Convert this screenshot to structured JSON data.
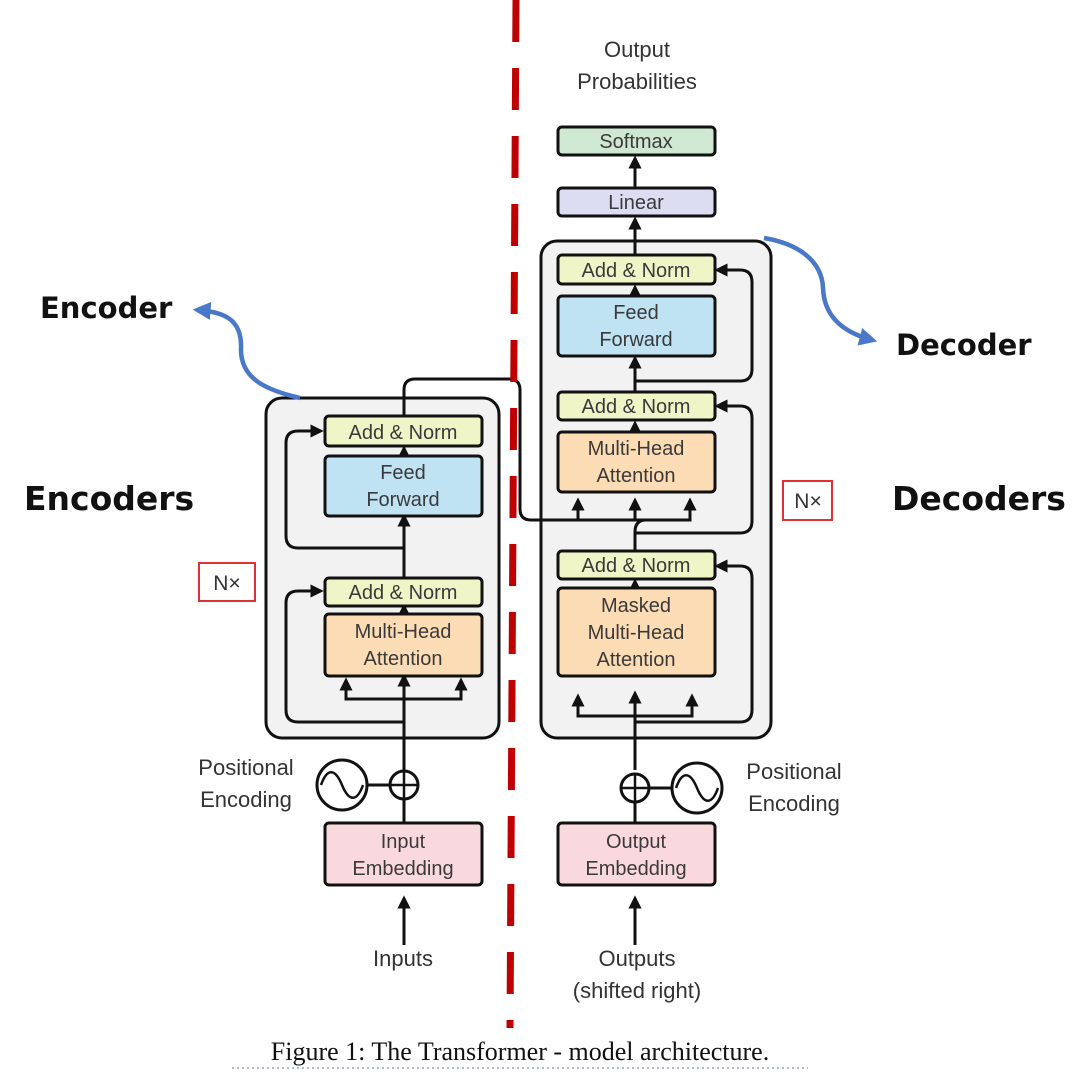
{
  "annotations": {
    "encoder": "Encoder",
    "decoder": "Decoder",
    "encoders": "Encoders",
    "decoders": "Decoders",
    "encoder_repeat": "N×",
    "decoder_repeat": "N×"
  },
  "encoder": {
    "inputs": "Inputs",
    "input_embedding": [
      "Input",
      "Embedding"
    ],
    "positional_encoding": [
      "Positional",
      "Encoding"
    ],
    "multi_head_attention": [
      "Multi-Head",
      "Attention"
    ],
    "add_norm_1": "Add & Norm",
    "feed_forward": [
      "Feed",
      "Forward"
    ],
    "add_norm_2": "Add & Norm"
  },
  "decoder": {
    "outputs": [
      "Outputs",
      "(shifted right)"
    ],
    "output_embedding": [
      "Output",
      "Embedding"
    ],
    "positional_encoding": [
      "Positional",
      "Encoding"
    ],
    "masked_attention": [
      "Masked",
      "Multi-Head",
      "Attention"
    ],
    "add_norm_1": "Add & Norm",
    "multi_head_attention": [
      "Multi-Head",
      "Attention"
    ],
    "add_norm_2": "Add & Norm",
    "feed_forward": [
      "Feed",
      "Forward"
    ],
    "add_norm_3": "Add & Norm",
    "linear": "Linear",
    "softmax": "Softmax",
    "output_probabilities": [
      "Output",
      "Probabilities"
    ]
  },
  "caption": "Figure 1: The Transformer - model architecture.",
  "colors": {
    "add_norm": "#f0f5c8",
    "feed_forward": "#bfe3f3",
    "attention": "#fcdcb4",
    "embedding": "#fad9de",
    "linear": "#dcdcf2",
    "softmax": "#cfe8d2",
    "stack_bg": "#f2f2f2",
    "divider": "#c00000",
    "callout_arrow": "#4a78c8",
    "repeat_box": "#e03030"
  }
}
